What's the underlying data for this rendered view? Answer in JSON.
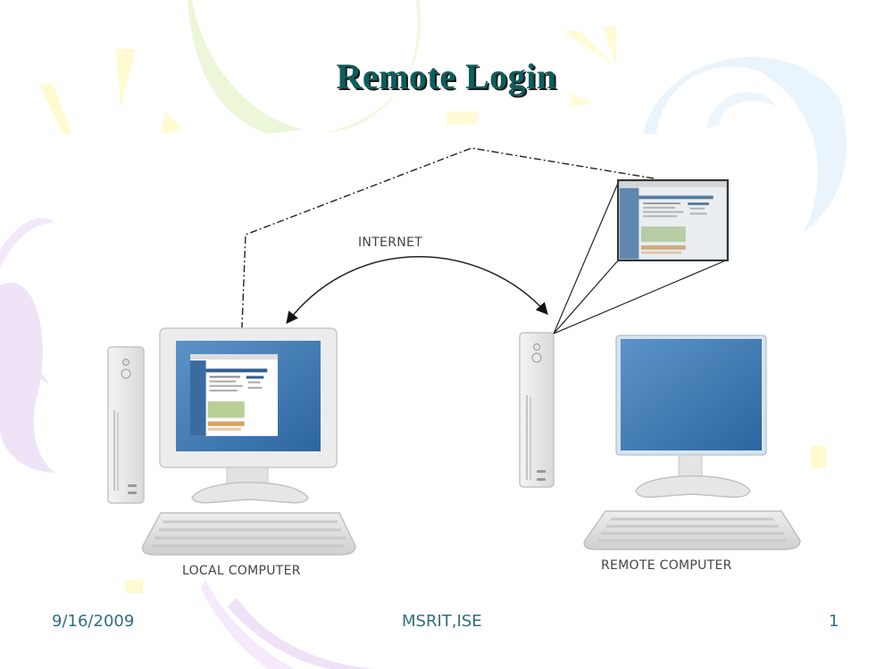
{
  "slide": {
    "title": "Remote Login",
    "title_color": "#0d5e5c"
  },
  "diagram": {
    "labels": {
      "internet": "INTERNET",
      "local_computer": "LOCAL COMPUTER",
      "remote_computer": "REMOTE COMPUTER"
    },
    "nodes": [
      {
        "id": "local",
        "label": "LOCAL COMPUTER",
        "screen_state": "showing remote desktop"
      },
      {
        "id": "remote",
        "label": "REMOTE COMPUTER",
        "screen_state": "blank"
      }
    ],
    "edges": [
      {
        "from": "local",
        "to": "remote",
        "style": "curved bidirectional arrow",
        "label": "INTERNET"
      },
      {
        "from": "remote-screen-projection",
        "to": "local",
        "style": "dash-dot arrow"
      }
    ],
    "colors": {
      "screen_blue": "#3a72ad",
      "case_gray": "#e4e4e4"
    }
  },
  "footer": {
    "date": "9/16/2009",
    "center": "MSRIT,ISE",
    "page_number": "1",
    "color": "#2f6e78"
  }
}
